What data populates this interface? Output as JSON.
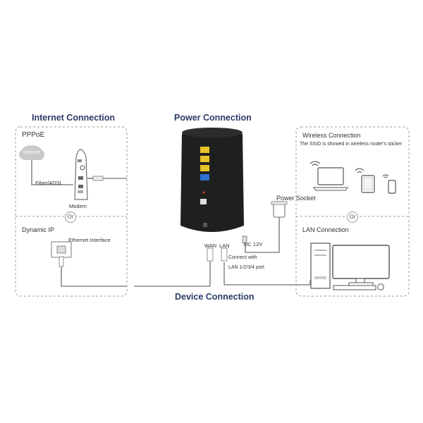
{
  "headings": {
    "internet": "Internet Connection",
    "power": "Power Connection",
    "device": "Device Connection"
  },
  "internet": {
    "pppoe": "PPPoE",
    "cloud": "Internet",
    "fiber": "Fiber/ADSL",
    "modem": "Modem",
    "or": "Or",
    "dynamic_ip": "Dynamic IP",
    "ethernet": "Ethernet Interface"
  },
  "power": {
    "socket": "Power Socket",
    "dc": "DC 12V"
  },
  "router": {
    "wan": "WAN",
    "lan": "LAN",
    "connect_line1": "Connect with",
    "connect_line2": "LAN 1/2/3/4 port"
  },
  "wireless": {
    "title": "Wireless Connection",
    "note": "The SSID is showed in wireless router's sticker",
    "or": "Or",
    "lan_title": "LAN Connection"
  },
  "colors": {
    "heading": "#2b3a67",
    "router_body": "#1f1f1f",
    "lan_ports": "#e8c22a",
    "wan_port": "#2f6fd0",
    "dashed_box": "#999999",
    "cable": "#8a8a8a"
  }
}
